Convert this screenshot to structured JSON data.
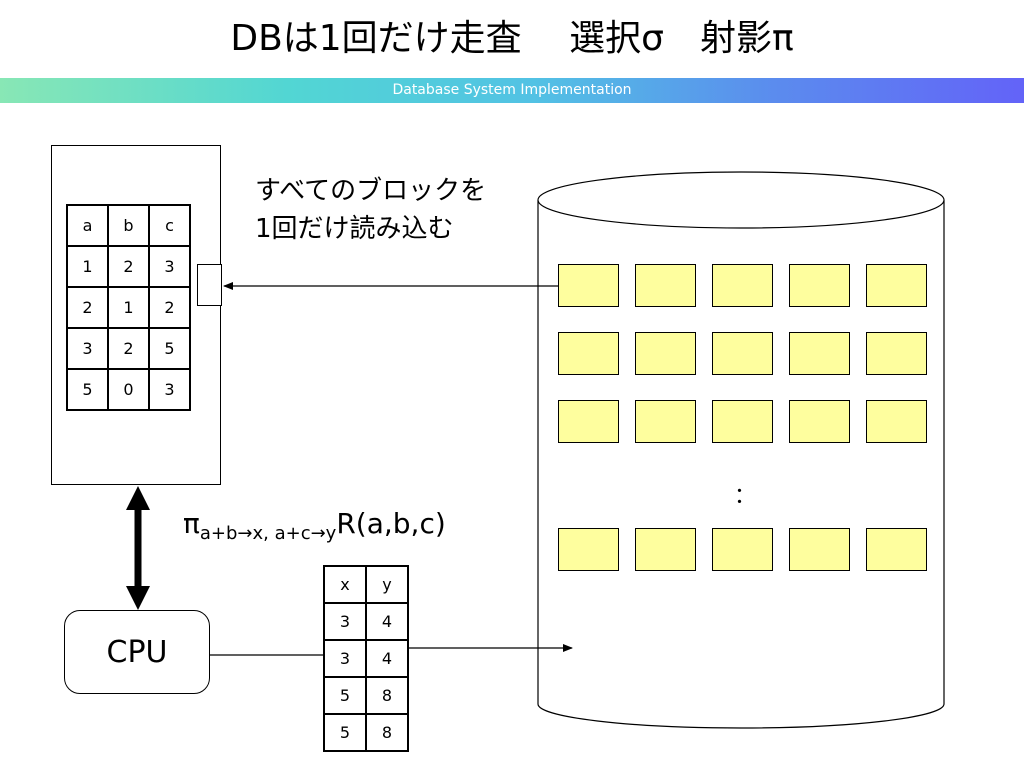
{
  "slide": {
    "title": "DBは1回だけ走査　 選択σ　射影π",
    "banner": "Database System Implementation",
    "colors": {
      "banner_start": "#88e7b5",
      "banner_end": "#6363f8",
      "block_fill": "#fefe9e"
    }
  },
  "note": {
    "line1": "すべてのブロックを",
    "line2": "1回だけ読み込む"
  },
  "relation_r": {
    "headers": [
      "a",
      "b",
      "c"
    ],
    "rows": [
      [
        "1",
        "2",
        "3"
      ],
      [
        "2",
        "1",
        "2"
      ],
      [
        "3",
        "2",
        "5"
      ],
      [
        "5",
        "0",
        "3"
      ]
    ]
  },
  "formula": {
    "pi": "π",
    "subscript": "a+b→x, a+c→y",
    "relation": "R(a,b,c)"
  },
  "result": {
    "headers": [
      "x",
      "y"
    ],
    "rows": [
      [
        "3",
        "4"
      ],
      [
        "3",
        "4"
      ],
      [
        "5",
        "8"
      ],
      [
        "5",
        "8"
      ]
    ]
  },
  "cpu": {
    "label": "CPU"
  },
  "disk": {
    "block_rows": 4,
    "blocks_per_row": 5,
    "ellipsis": "："
  }
}
